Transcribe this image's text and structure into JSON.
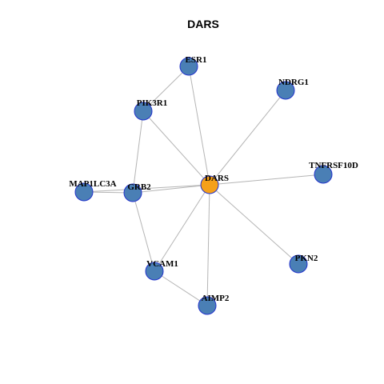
{
  "title": "DARS",
  "colors": {
    "hub_fill": "#f5a01a",
    "node_fill": "#4a7fb5",
    "node_stroke": "#2233cc",
    "edge": "#b5b5b5"
  },
  "nodes": [
    {
      "id": "DARS",
      "label": "DARS",
      "hub": true
    },
    {
      "id": "ESR1",
      "label": "ESR1",
      "hub": false
    },
    {
      "id": "NDRG1",
      "label": "NDRG1",
      "hub": false
    },
    {
      "id": "PIK3R1",
      "label": "PIK3R1",
      "hub": false
    },
    {
      "id": "TNFRSF10D",
      "label": "TNFRSF10D",
      "hub": false
    },
    {
      "id": "MAP1LC3A",
      "label": "MAP1LC3A",
      "hub": false
    },
    {
      "id": "GRB2",
      "label": "GRB2",
      "hub": false
    },
    {
      "id": "PKN2",
      "label": "PKN2",
      "hub": false
    },
    {
      "id": "VCAM1",
      "label": "VCAM1",
      "hub": false
    },
    {
      "id": "AIMP2",
      "label": "AIMP2",
      "hub": false
    }
  ],
  "edges": [
    [
      "ESR1",
      "PIK3R1"
    ],
    [
      "ESR1",
      "DARS"
    ],
    [
      "NDRG1",
      "DARS"
    ],
    [
      "PIK3R1",
      "DARS"
    ],
    [
      "PIK3R1",
      "GRB2"
    ],
    [
      "TNFRSF10D",
      "DARS"
    ],
    [
      "MAP1LC3A",
      "DARS"
    ],
    [
      "MAP1LC3A",
      "GRB2"
    ],
    [
      "GRB2",
      "DARS"
    ],
    [
      "GRB2",
      "VCAM1"
    ],
    [
      "PKN2",
      "DARS"
    ],
    [
      "VCAM1",
      "DARS"
    ],
    [
      "VCAM1",
      "AIMP2"
    ],
    [
      "AIMP2",
      "DARS"
    ]
  ]
}
